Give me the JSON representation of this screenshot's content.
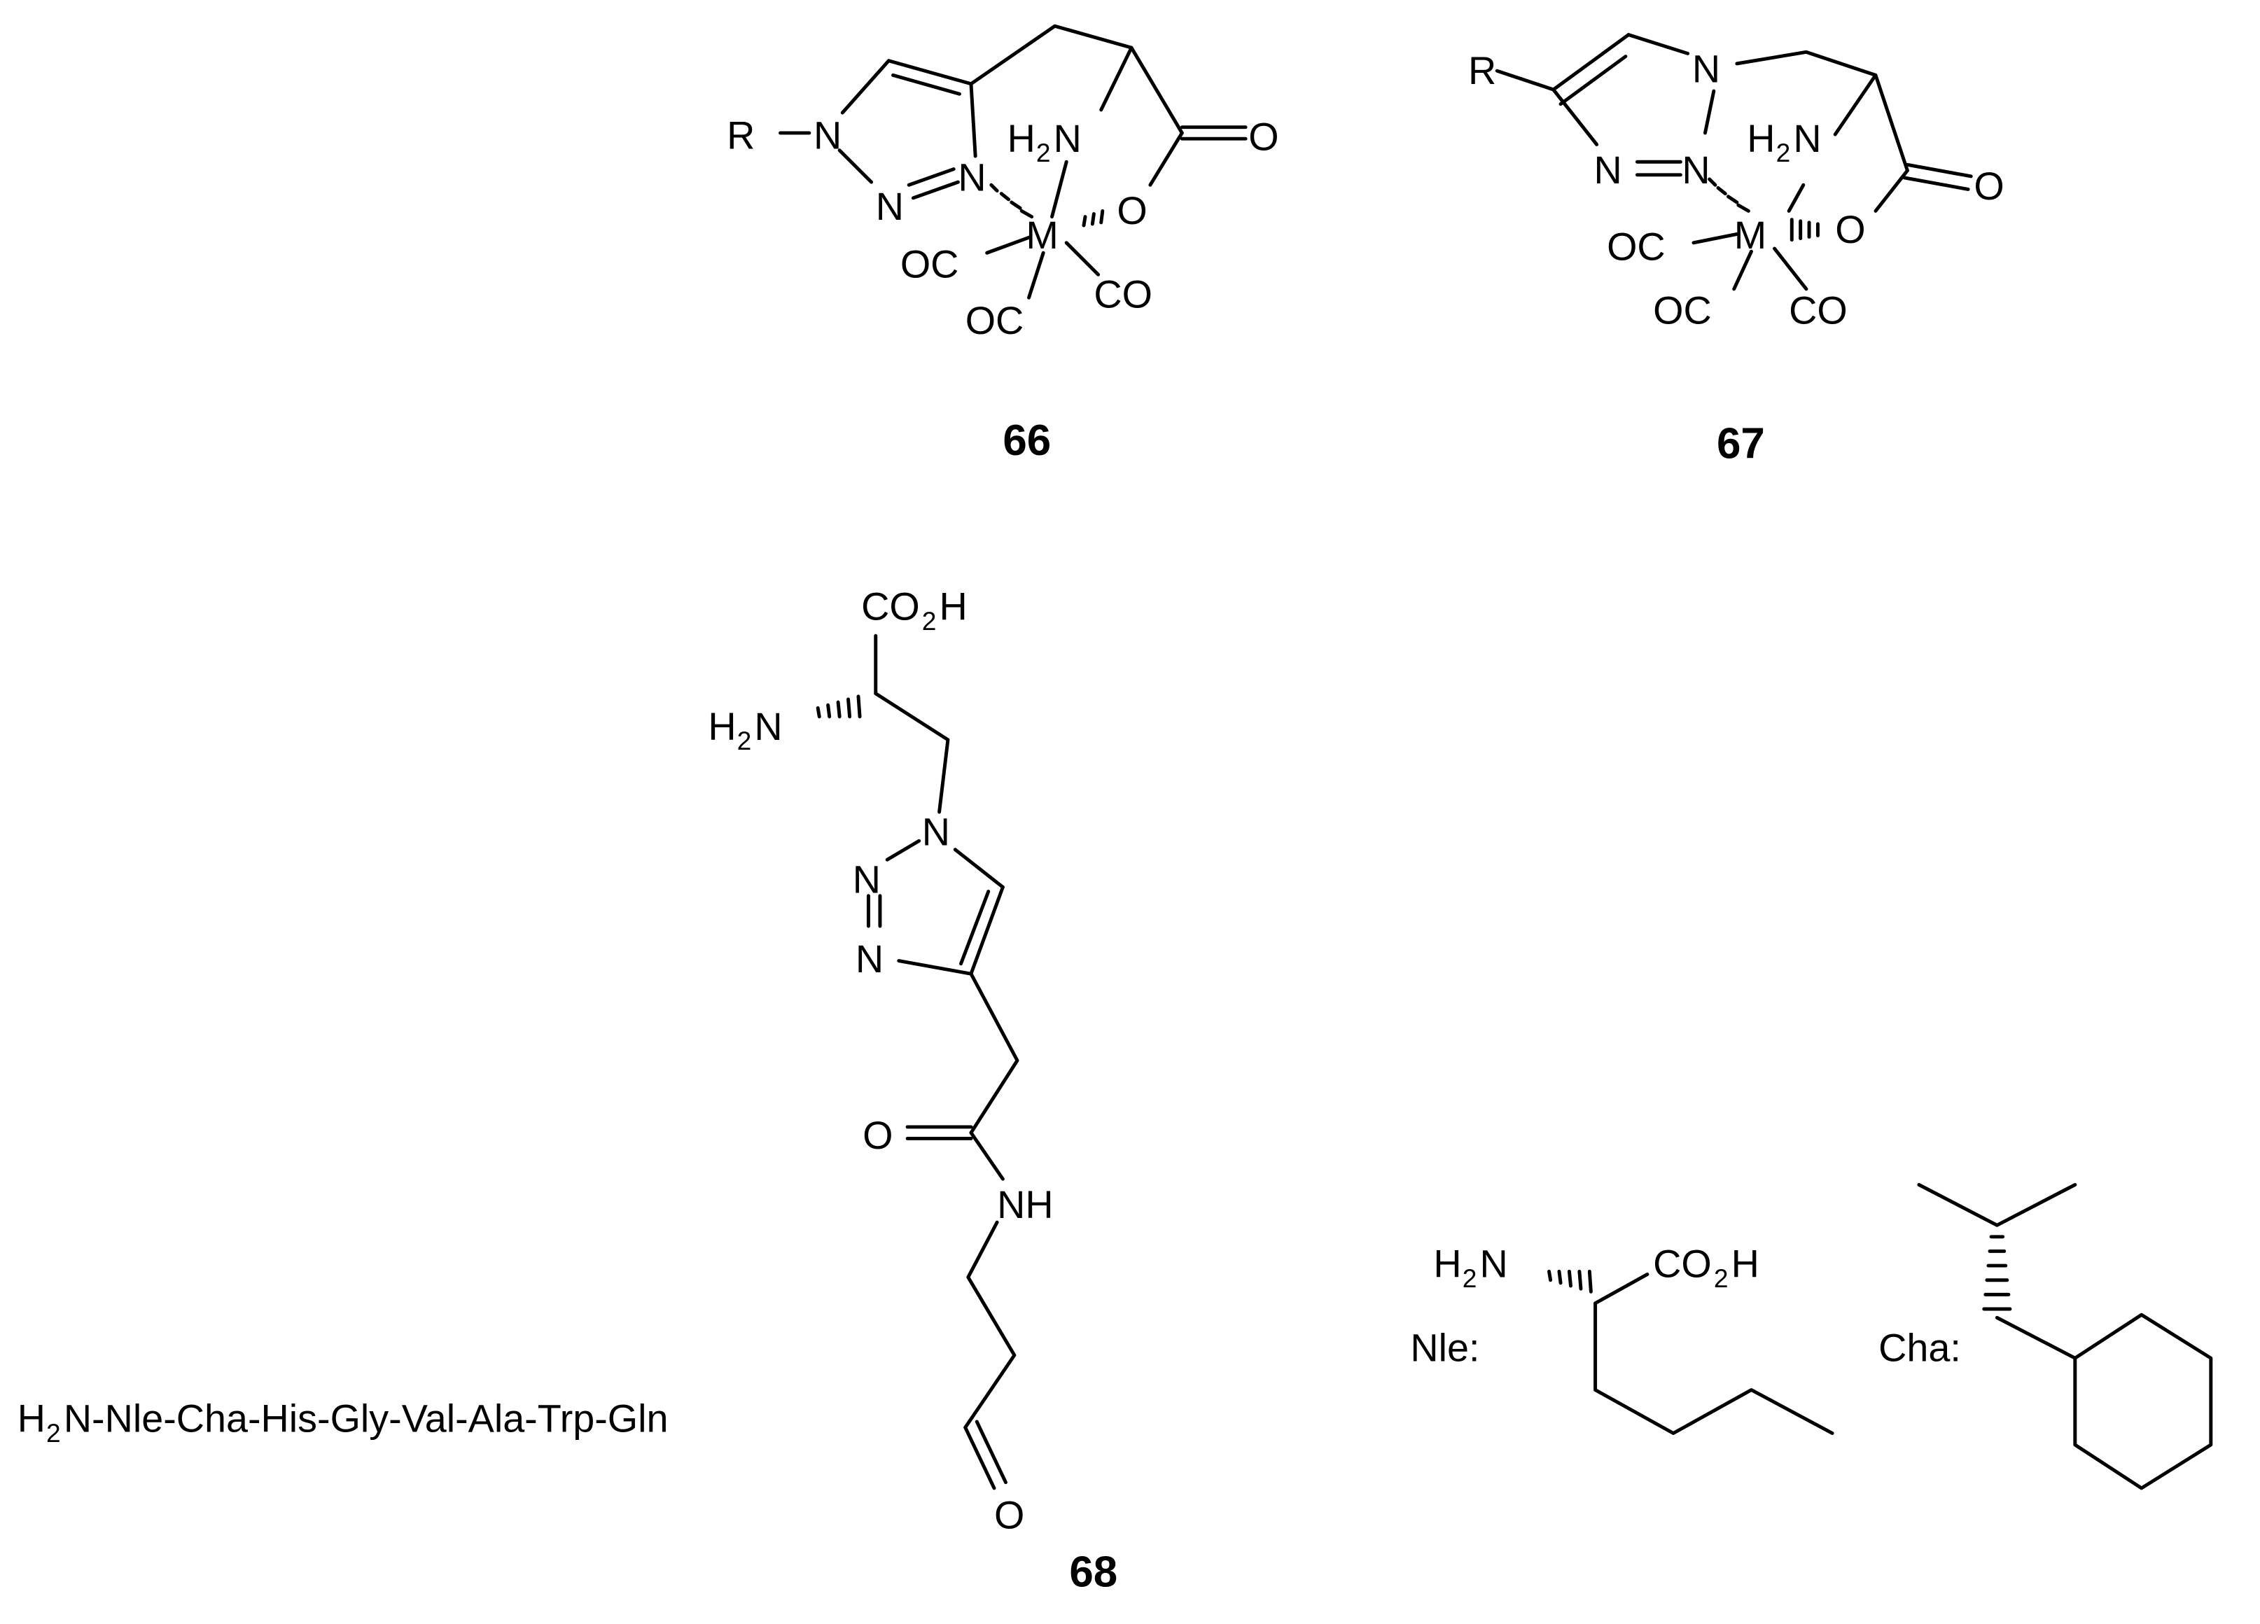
{
  "compounds": {
    "c66": {
      "number": "66",
      "R": "R",
      "N": "N",
      "O": "O",
      "H2N_H": "H",
      "H2N_2": "2",
      "H2N_N": "N",
      "M": "M",
      "OC": "OC",
      "CO": "CO"
    },
    "c67": {
      "number": "67",
      "R": "R",
      "N": "N",
      "O": "O",
      "H2N_H": "H",
      "H2N_2": "2",
      "H2N_N": "N",
      "M": "M",
      "OC": "OC",
      "CO": "CO"
    },
    "c68": {
      "number": "68",
      "co2h_C": "CO",
      "co2h_2": "2",
      "co2h_H": "H",
      "h2n_H": "H",
      "h2n_2": "2",
      "h2n_N": "N",
      "N": "N",
      "O": "O",
      "NH": "NH",
      "sequence_H": "H",
      "sequence_2": "2",
      "sequence_rest": "N-Nle-Cha-His-Gly-Val-Ala-Trp-Gln"
    },
    "nle": {
      "label": "Nle:",
      "h2n_H": "H",
      "h2n_2": "2",
      "h2n_N": "N",
      "co2h_C": "CO",
      "co2h_2": "2",
      "co2h_H": "H"
    },
    "cha": {
      "label": "Cha:"
    }
  }
}
